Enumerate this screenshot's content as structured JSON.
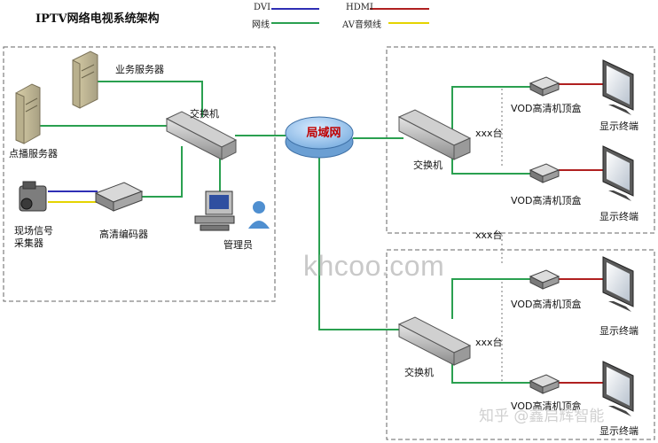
{
  "title": "IPTV网络电视系统架构",
  "legend": {
    "dvi": "DVI",
    "hdmi": "HDMI",
    "network": "网线",
    "av": "AV音频线"
  },
  "colors": {
    "dvi": "#2f2fb5",
    "hdmi": "#b02020",
    "network": "#2aa050",
    "av": "#e5d400"
  },
  "labels": {
    "business_server": "业务服务器",
    "vod_server": "点播服务器",
    "switch_main": "交换机",
    "capture_device": "现场信号\n采集器",
    "encoder": "高清编码器",
    "admin": "管理员",
    "lan": "局域网",
    "switch_top": "交换机",
    "switch_bottom": "交换机",
    "stb_1": "VOD高清机顶盒",
    "stb_2": "VOD高清机顶盒",
    "stb_3": "VOD高清机顶盒",
    "stb_4": "VOD高清机顶盒",
    "display_1": "显示终端",
    "display_2": "显示终端",
    "display_3": "显示终端",
    "display_4": "显示终端",
    "count_1": "xxx台",
    "count_2": "xxx台",
    "count_3": "xxx台"
  },
  "watermark": "khcoo.com",
  "credit": "知乎 @鑫启辉智能"
}
